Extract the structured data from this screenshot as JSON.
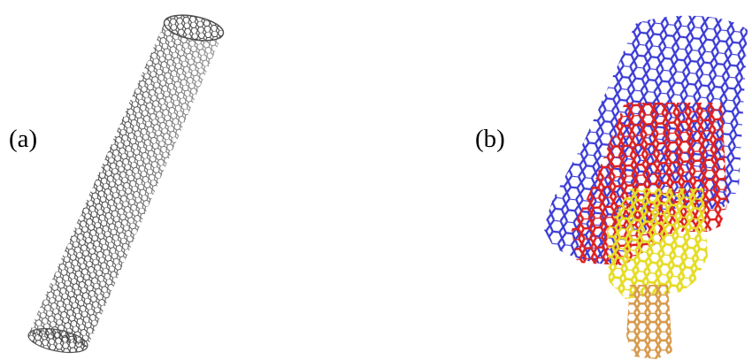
{
  "panels": [
    {
      "label": "(a)",
      "style": "single-wall",
      "colors": [
        "#3c3c3c"
      ]
    },
    {
      "label": "(b)",
      "style": "multi-wall",
      "colors": [
        "#3b3bd6",
        "#dd2020",
        "#e6dc25",
        "#d79a4c"
      ]
    }
  ]
}
